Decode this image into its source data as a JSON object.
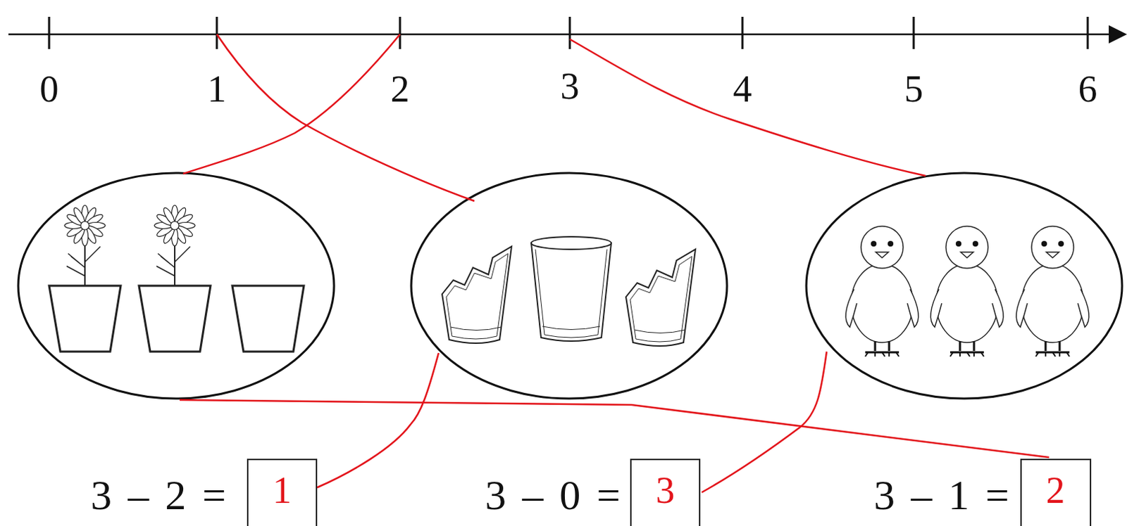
{
  "diagram": {
    "nodes": [
      {
        "text": [
          "1"
        ]
      },
      {
        "text": [
          "3"
        ]
      },
      {
        "text": [
          "2"
        ]
      }
    ],
    "labels": [
      "0",
      "1",
      "2",
      "3",
      "4",
      "5",
      "6",
      "3 – 2 =",
      "3 – 0 =",
      "3 – 1 ="
    ]
  }
}
